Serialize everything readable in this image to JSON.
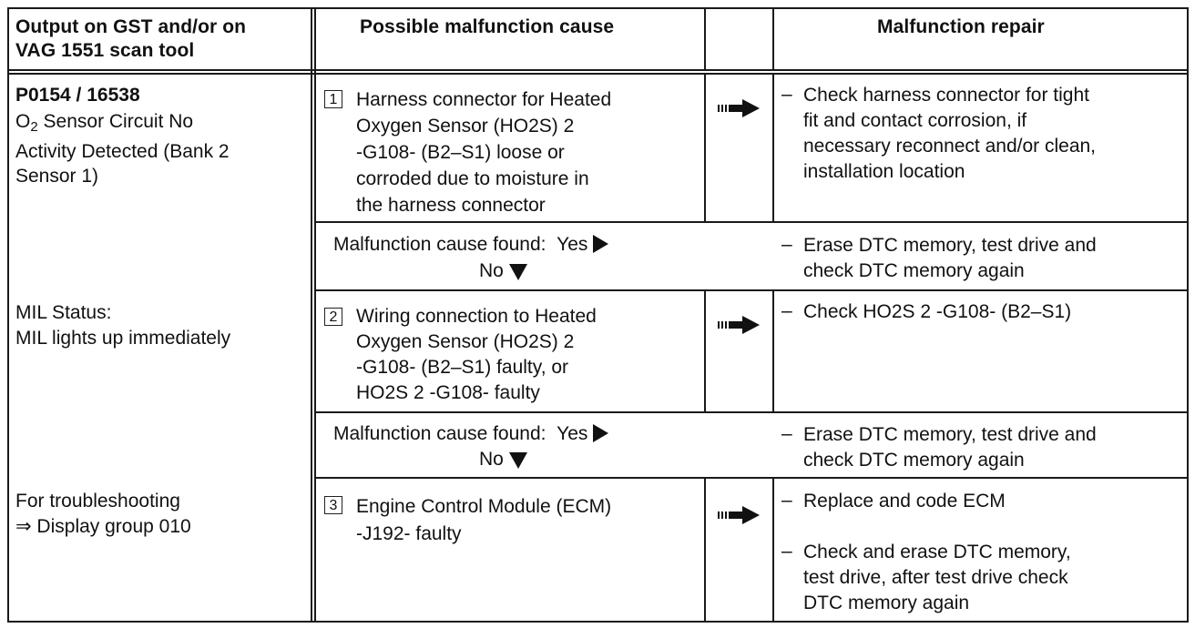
{
  "header": {
    "col1": "Output on GST and/or on\nVAG 1551 scan tool",
    "col2": "Possible malfunction cause",
    "col3": "Malfunction repair"
  },
  "left": {
    "code": "P0154 / 16538",
    "desc_prefix": "O",
    "desc_sub": "2",
    "desc_rest": " Sensor Circuit No\nActivity Detected (Bank 2\nSensor 1)",
    "mil": "MIL Status:\nMIL lights up immediately",
    "trouble": "For troubleshooting\n⇒ Display group 010"
  },
  "rows": [
    {
      "num": "1",
      "cause": "Harness connector for Heated\nOxygen Sensor (HO2S) 2\n-G108- (B2–S1) loose or\ncorroded due to moisture in\nthe harness connector",
      "repairs": [
        "Check harness connector for tight\nfit and contact corrosion, if\nnecessary reconnect and/or clean,\ninstallation location"
      ]
    },
    {
      "num": "2",
      "cause": "Wiring connection to Heated\nOxygen Sensor (HO2S) 2\n-G108- (B2–S1) faulty, or\nHO2S 2 -G108- faulty",
      "repairs": [
        "Check HO2S 2 -G108- (B2–S1)"
      ]
    },
    {
      "num": "3",
      "cause": "Engine Control Module (ECM)\n-J192- faulty",
      "repairs": [
        "Replace and code ECM",
        "Check and erase DTC memory,\ntest drive, after test drive check\nDTC memory again"
      ]
    }
  ],
  "found": {
    "label": "Malfunction cause found:",
    "yes": "Yes",
    "no": "No",
    "repair": "Erase DTC memory, test drive and\ncheck DTC memory again"
  },
  "dash": "–",
  "icons": {
    "arrow": "right-arrow-icon",
    "yes_marker": "triangle-right-icon",
    "no_marker": "triangle-down-icon"
  }
}
